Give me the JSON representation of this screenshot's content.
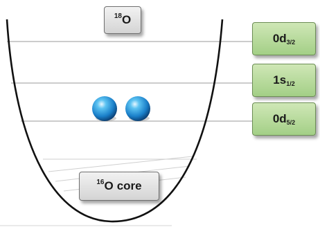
{
  "nucleus": {
    "mass_number": "18",
    "symbol": "O"
  },
  "core": {
    "mass_number": "16",
    "symbol": "O",
    "label": "core"
  },
  "orbitals": [
    {
      "n": "0",
      "l": "d",
      "j": "3/2"
    },
    {
      "n": "1",
      "l": "s",
      "j": "1/2"
    },
    {
      "n": "0",
      "l": "d",
      "j": "5/2"
    }
  ],
  "colors": {
    "well": "#111111",
    "level_line": "#9a9a9a",
    "nucleon": "#1f8fd6",
    "orbital_box": "#b8dca0",
    "label_box": "#e2e2e2"
  }
}
